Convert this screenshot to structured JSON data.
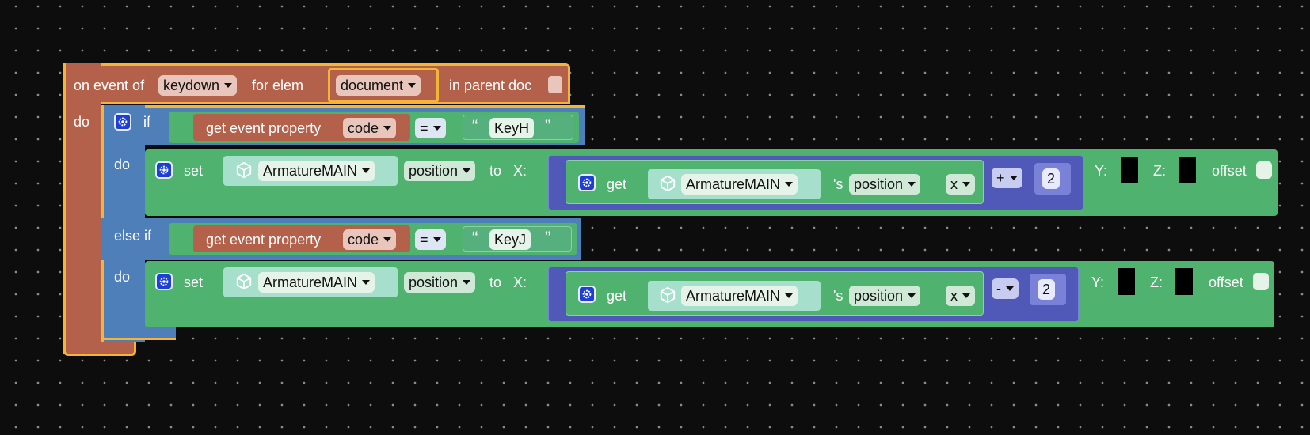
{
  "event_block": {
    "on_event_of": "on event of",
    "event": "keydown",
    "for_elem": "for elem",
    "element": "document",
    "in_parent_doc": "in parent doc",
    "do": "do"
  },
  "if_block": {
    "if": "if",
    "do": "do",
    "else_if": "else if",
    "do2": "do"
  },
  "condition1": {
    "label": "get event property",
    "property": "code",
    "operator": "=",
    "value": "KeyH"
  },
  "condition2": {
    "label": "get event property",
    "property": "code",
    "operator": "=",
    "value": "KeyJ"
  },
  "set1": {
    "set": "set",
    "object": "ArmatureMAIN",
    "attribute": "position",
    "to": "to",
    "x_label": "X:",
    "get": "get",
    "get_object": "ArmatureMAIN",
    "s": "'s",
    "get_attribute": "position",
    "axis": "x",
    "op": "+",
    "number": "2",
    "y_label": "Y:",
    "z_label": "Z:",
    "offset": "offset"
  },
  "set2": {
    "set": "set",
    "object": "ArmatureMAIN",
    "attribute": "position",
    "to": "to",
    "x_label": "X:",
    "get": "get",
    "get_object": "ArmatureMAIN",
    "s": "'s",
    "get_attribute": "position",
    "axis": "x",
    "op": "-",
    "number": "2",
    "y_label": "Y:",
    "z_label": "Z:",
    "offset": "offset"
  },
  "colors": {
    "event": "#b3614a",
    "control": "#4f7fb8",
    "action": "#4fb26f",
    "math": "#5058b8",
    "selected": "#f4b43a"
  }
}
